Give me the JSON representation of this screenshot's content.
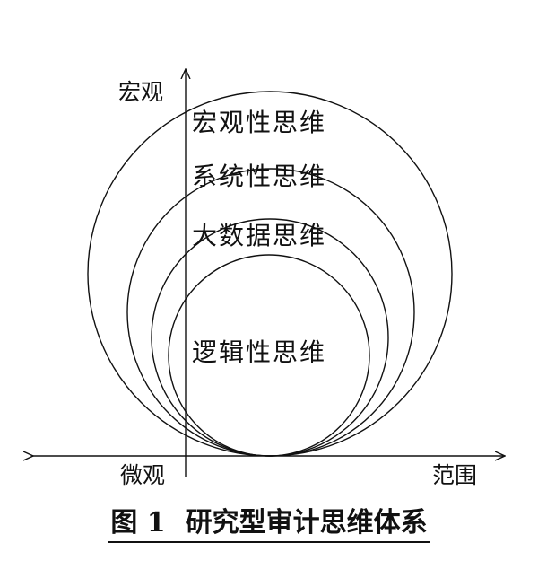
{
  "axes": {
    "y_top_label": "宏观",
    "y_bottom_label": "微观",
    "x_right_label": "范围"
  },
  "circles": [
    {
      "label": "宏观性思维"
    },
    {
      "label": "系统性思维"
    },
    {
      "label": "大数据思维"
    },
    {
      "label": "逻辑性思维"
    }
  ],
  "caption": {
    "figure": "图 1",
    "title": "研究型审计思维体系"
  }
}
